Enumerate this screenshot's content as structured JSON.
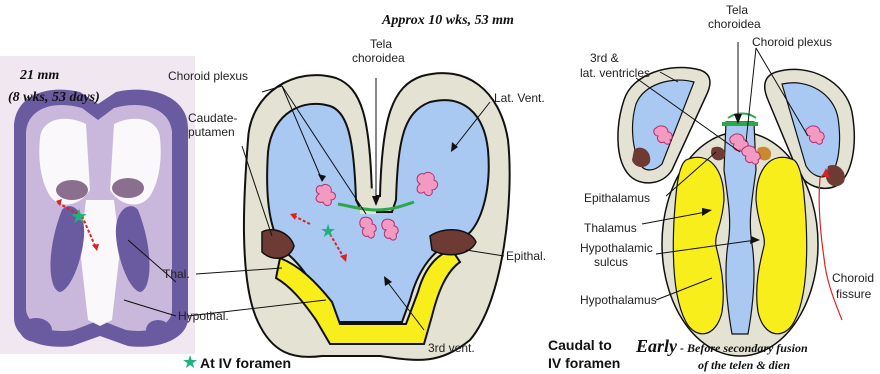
{
  "title": "Approx 10 wks, 53 mm",
  "left_panel": {
    "stage_line1": "21 mm",
    "stage_line2": "(8 wks, 53 days)"
  },
  "middle_labels": {
    "choroid_plexus": "Choroid plexus",
    "tela_line1": "Tela",
    "tela_line2": "choroidea",
    "lat_vent": "Lat. Vent.",
    "caudate_line1": "Caudate-",
    "caudate_line2": "putamen",
    "thal": "Thal.",
    "epithal": "Epithal.",
    "hypothal": "Hypothal.",
    "third_vent": "3rd vent."
  },
  "legend": {
    "symbol": "★",
    "text": "At IV foramen"
  },
  "right_labels": {
    "tela_line1": "Tela",
    "tela_line2": "choroidea",
    "choroid_plexus": "Choroid plexus",
    "ventricles_line1": "3rd &",
    "ventricles_line2": "lat. ventricles",
    "epithalamus": "Epithalamus",
    "thalamus": "Thalamus",
    "hypothalamic_line1": "Hypothalamic",
    "hypothalamic_line2": "sulcus",
    "hypothalamus": "Hypothalamus",
    "choroid_fissure_line1": "Choroid",
    "choroid_fissure_line2": "fissure"
  },
  "footer": {
    "caudal_line1": "Caudal to",
    "caudal_line2": "IV foramen",
    "early": "Early",
    "fusion_line1": "- Before secondary fusion",
    "fusion_line2": "of the telen & dien"
  },
  "colors": {
    "ventricle_blue": "#a9c8f2",
    "wall_beige": "#e4e2d2",
    "thalamus_yellow": "#f8ee1c",
    "epithalamus_brown": "#6e3b34",
    "choroid_pink": "#f39ac3",
    "tela_green": "#2aa84a",
    "histology_purple": "#5b4a93",
    "arrow_red": "#e0201e"
  }
}
